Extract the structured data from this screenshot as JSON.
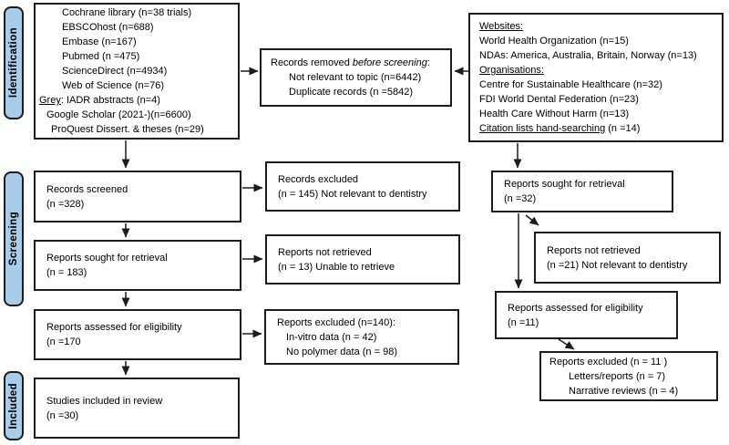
{
  "colors": {
    "stage_fill": "#A9CCE9",
    "box_border": "#1C1C1C",
    "text": "#000000"
  },
  "sidebar": {
    "stages": [
      "Identification",
      "Screening",
      "Included"
    ]
  },
  "boxes": {
    "sources": {
      "lines": [
        "Cochrane library (n=38 trials)",
        "EBSCOhost (n=688)",
        "Embase (n=167)",
        "Pubmed (n =475)",
        "ScienceDirect (n=4934)",
        "Web of Science (n=76)"
      ],
      "grey_label": "Grey",
      "grey_rest": ": IADR abstracts (n=4)",
      "google_scholar": "Google Scholar (2021-)(n=6600)",
      "proquest": "ProQuest Dissert. & theses (n=29)"
    },
    "removed": {
      "title_prefix": "Records removed ",
      "title_italic": "before screening",
      "title_suffix": ":",
      "line2": "Not relevant to topic (n=6442)",
      "line3": "Duplicate records (n =5842)"
    },
    "websites": {
      "heading1": "Websites:",
      "line1": "World Health Organization (n=15)",
      "line2": "NDAs: America, Australia, Britain, Norway (n=13)",
      "heading2": "Organisations:",
      "line3": "Centre for Sustainable Healthcare (n=32)",
      "line4": "FDI World Dental Federation (n=23)",
      "line5": "Health Care Without Harm (n=13)",
      "citation_underlined": "Citation lists hand-searching",
      "citation_rest": " (n =14)"
    },
    "records_screened": {
      "line1": "Records screened",
      "line2": "(n =328)"
    },
    "records_excluded": {
      "line1": "Records excluded",
      "line2": "(n = 145) Not relevant to dentistry"
    },
    "reports_sought": {
      "line1": "Reports sought for retrieval",
      "line2": "(n = 183)"
    },
    "reports_not_retrieved": {
      "line1": "Reports not retrieved",
      "line2": "(n = 13) Unable to retrieve"
    },
    "reports_assessed": {
      "line1": "Reports assessed for eligibility",
      "line2": "(n =170"
    },
    "reports_excluded_140": {
      "line1": "Reports excluded (n=140):",
      "line2": "In-vitro data (n = 42)",
      "line3": "No polymer data (n = 98)"
    },
    "studies_included": {
      "line1": "Studies included in review",
      "line2": "(n =30)"
    },
    "web_reports_sought": {
      "line1": "Reports sought for retrieval",
      "line2": "(n =32)"
    },
    "web_reports_not_retrieved": {
      "line1": "Reports not retrieved",
      "line2": "(n =21) Not relevant to dentistry"
    },
    "web_reports_assessed": {
      "line1": "Reports assessed for eligibility",
      "line2": "(n =11)"
    },
    "web_reports_excluded": {
      "line1": "Reports excluded (n = 11 )",
      "line2": "Letters/reports (n = 7)",
      "line3": "Narrative reviews (n = 4)"
    }
  }
}
